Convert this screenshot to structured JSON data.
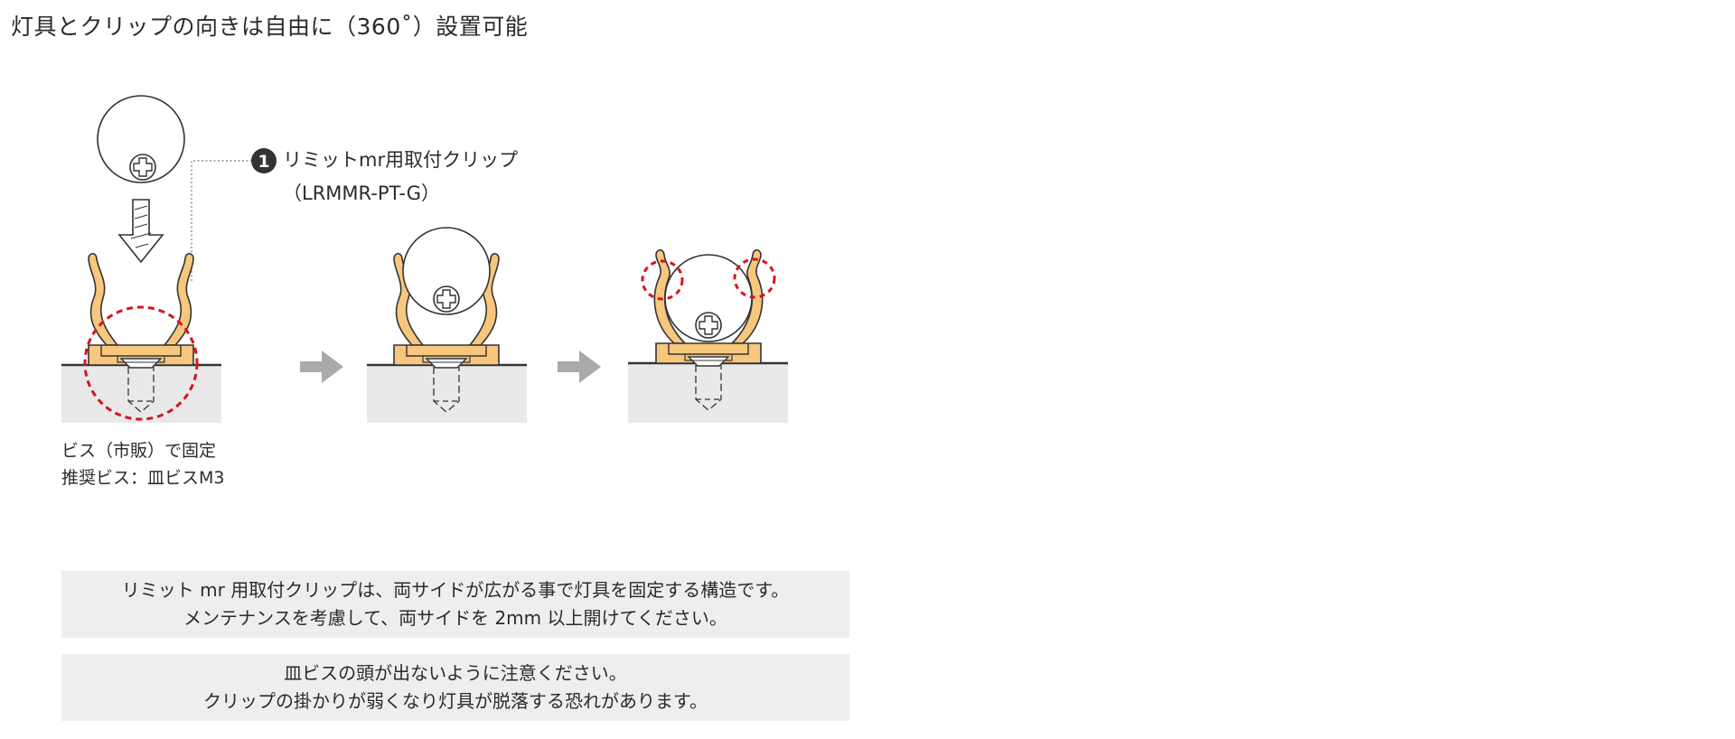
{
  "title": "灯具とクリップの向きは自由に（360˚）設置可能",
  "callout": {
    "number": "1",
    "line1": "リミットmr用取付クリップ",
    "line2": "（LRMMR-PT-G）"
  },
  "screw_note": {
    "line1": "ビス（市販）で固定",
    "line2": "推奨ビス：皿ビスM3"
  },
  "notes": [
    {
      "line1": "リミット mr 用取付クリップは、両サイドが広がる事で灯具を固定する構造です。",
      "line2": "メンテナンスを考慮して、両サイドを 2mm 以上開けてください。"
    },
    {
      "line1": "皿ビスの頭が出ないように注意ください。",
      "line2": "クリップの掛かりが弱くなり灯具が脱落する恐れがあります。"
    }
  ],
  "colors": {
    "clip": "#f6c77d",
    "outline": "#333333",
    "wall": "#e9e9e9",
    "arrow": "#aaaaaa",
    "highlight": "#d7141e"
  }
}
